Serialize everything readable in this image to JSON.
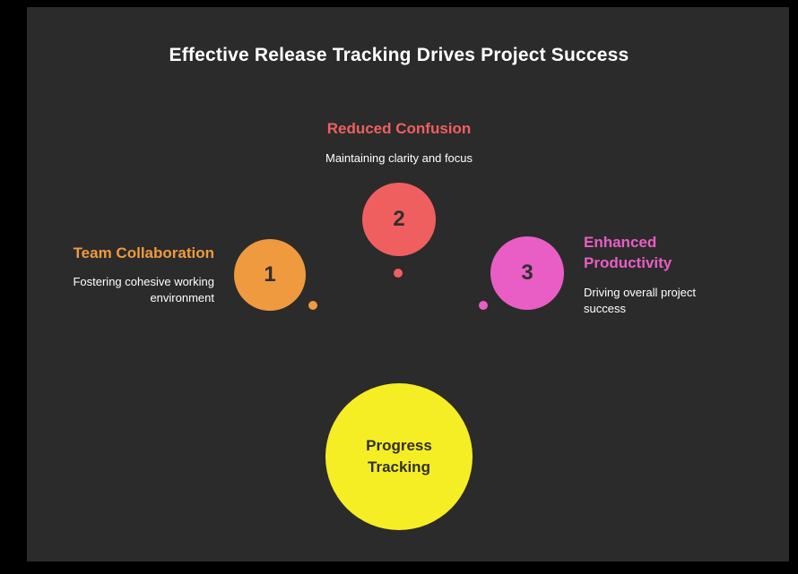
{
  "title": "Effective Release Tracking Drives Project Success",
  "center": {
    "label": "Progress Tracking"
  },
  "items": [
    {
      "number": "1",
      "title": "Team Collaboration",
      "description": "Fostering cohesive working environment",
      "color": "#ef9a3f"
    },
    {
      "number": "2",
      "title": "Reduced Confusion",
      "description": "Maintaining clarity and focus",
      "color": "#f05f5f"
    },
    {
      "number": "3",
      "title": "Enhanced Productivity",
      "description": "Driving overall project success",
      "color": "#e95ec4"
    }
  ],
  "colors": {
    "background": "#2b2b2b",
    "frame": "#000000",
    "title_text": "#ffffff",
    "body_text": "#ffffff",
    "number_text": "#2f2f2f",
    "center_circle": "#f6ee24"
  }
}
